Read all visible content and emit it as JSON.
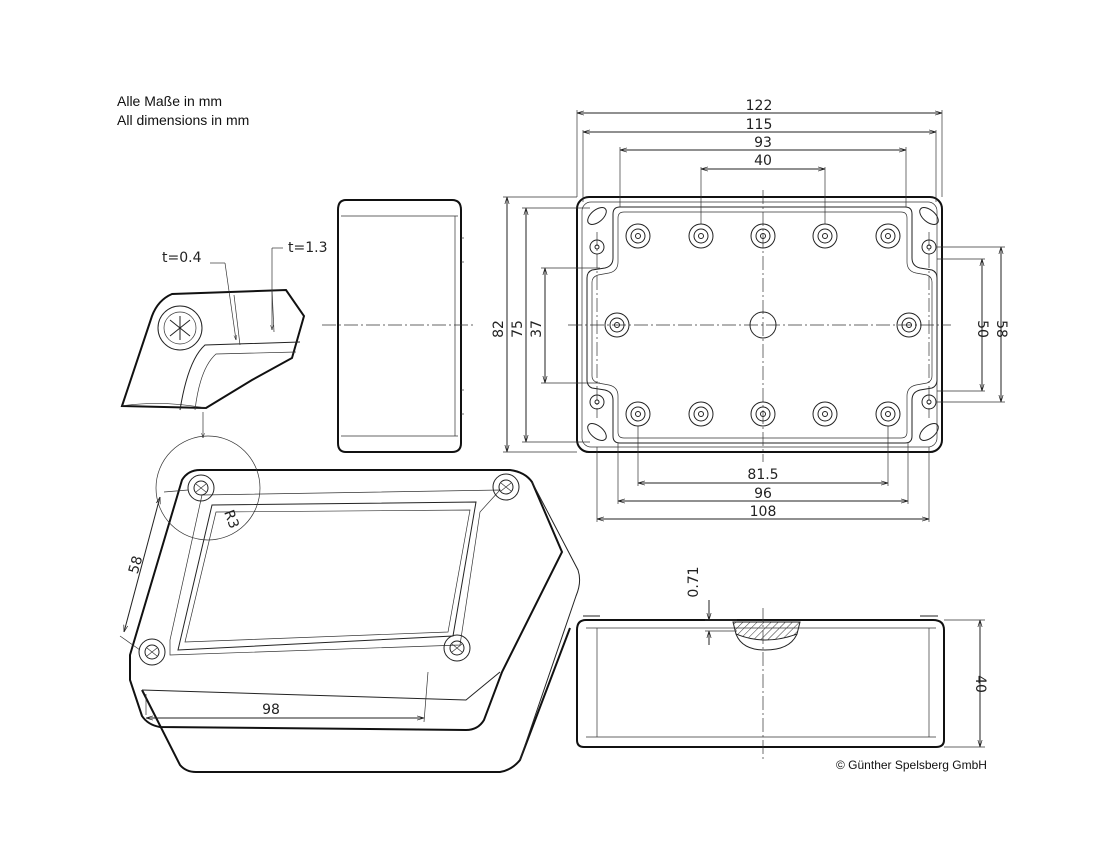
{
  "notes": {
    "line_de": "Alle Maße in mm",
    "line_en": "All dimensions in mm",
    "copyright": "© Günther Spelsberg GmbH"
  },
  "dims": {
    "w122": "122",
    "w115": "115",
    "w93": "93",
    "w40": "40",
    "w81_5": "81.5",
    "w96": "96",
    "w108": "108",
    "h82": "82",
    "h75": "75",
    "h37": "37",
    "h50": "50",
    "h58": "58",
    "h40": "40",
    "s0_71": "0.71",
    "t04": "t=0.4",
    "t13": "t=1.3",
    "iso58": "58",
    "iso98": "98",
    "r3": "R3"
  }
}
